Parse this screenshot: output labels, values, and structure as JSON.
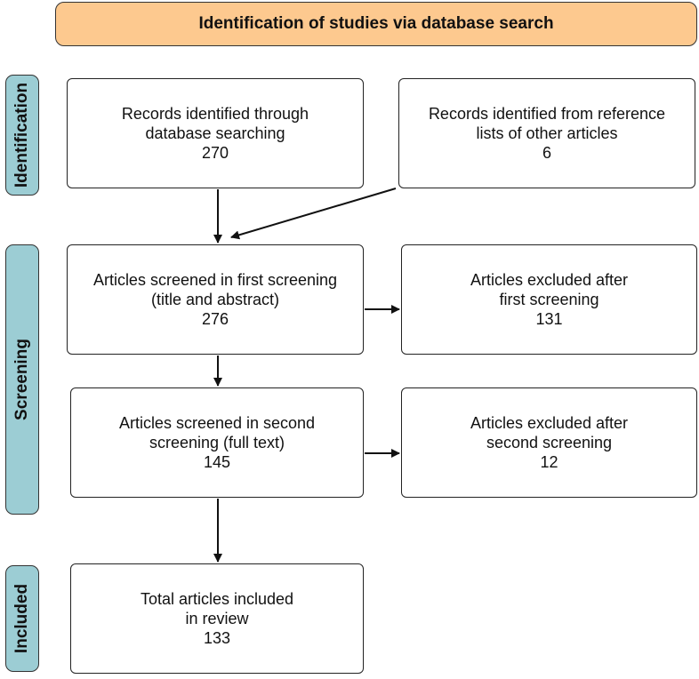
{
  "header": {
    "title": "Identification of studies via database search"
  },
  "stages": {
    "identification": "Identification",
    "screening": "Screening",
    "included": "Included"
  },
  "boxes": {
    "db_records": {
      "line1": "Records identified through",
      "line2": "database searching",
      "count": "270"
    },
    "ref_records": {
      "line1": "Records identified from reference",
      "line2": "lists of other articles",
      "count": "6"
    },
    "first_screen": {
      "line1": "Articles screened in first screening",
      "line2": "(title and abstract)",
      "count": "276"
    },
    "first_excluded": {
      "line1": "Articles excluded after",
      "line2": "first screening",
      "count": "131"
    },
    "second_screen": {
      "line1": "Articles screened in second",
      "line2": "screening (full text)",
      "count": "145"
    },
    "second_excluded": {
      "line1": "Articles excluded after",
      "line2": "second screening",
      "count": "12"
    },
    "included": {
      "line1": "Total articles included",
      "line2": "in review",
      "count": "133"
    }
  }
}
